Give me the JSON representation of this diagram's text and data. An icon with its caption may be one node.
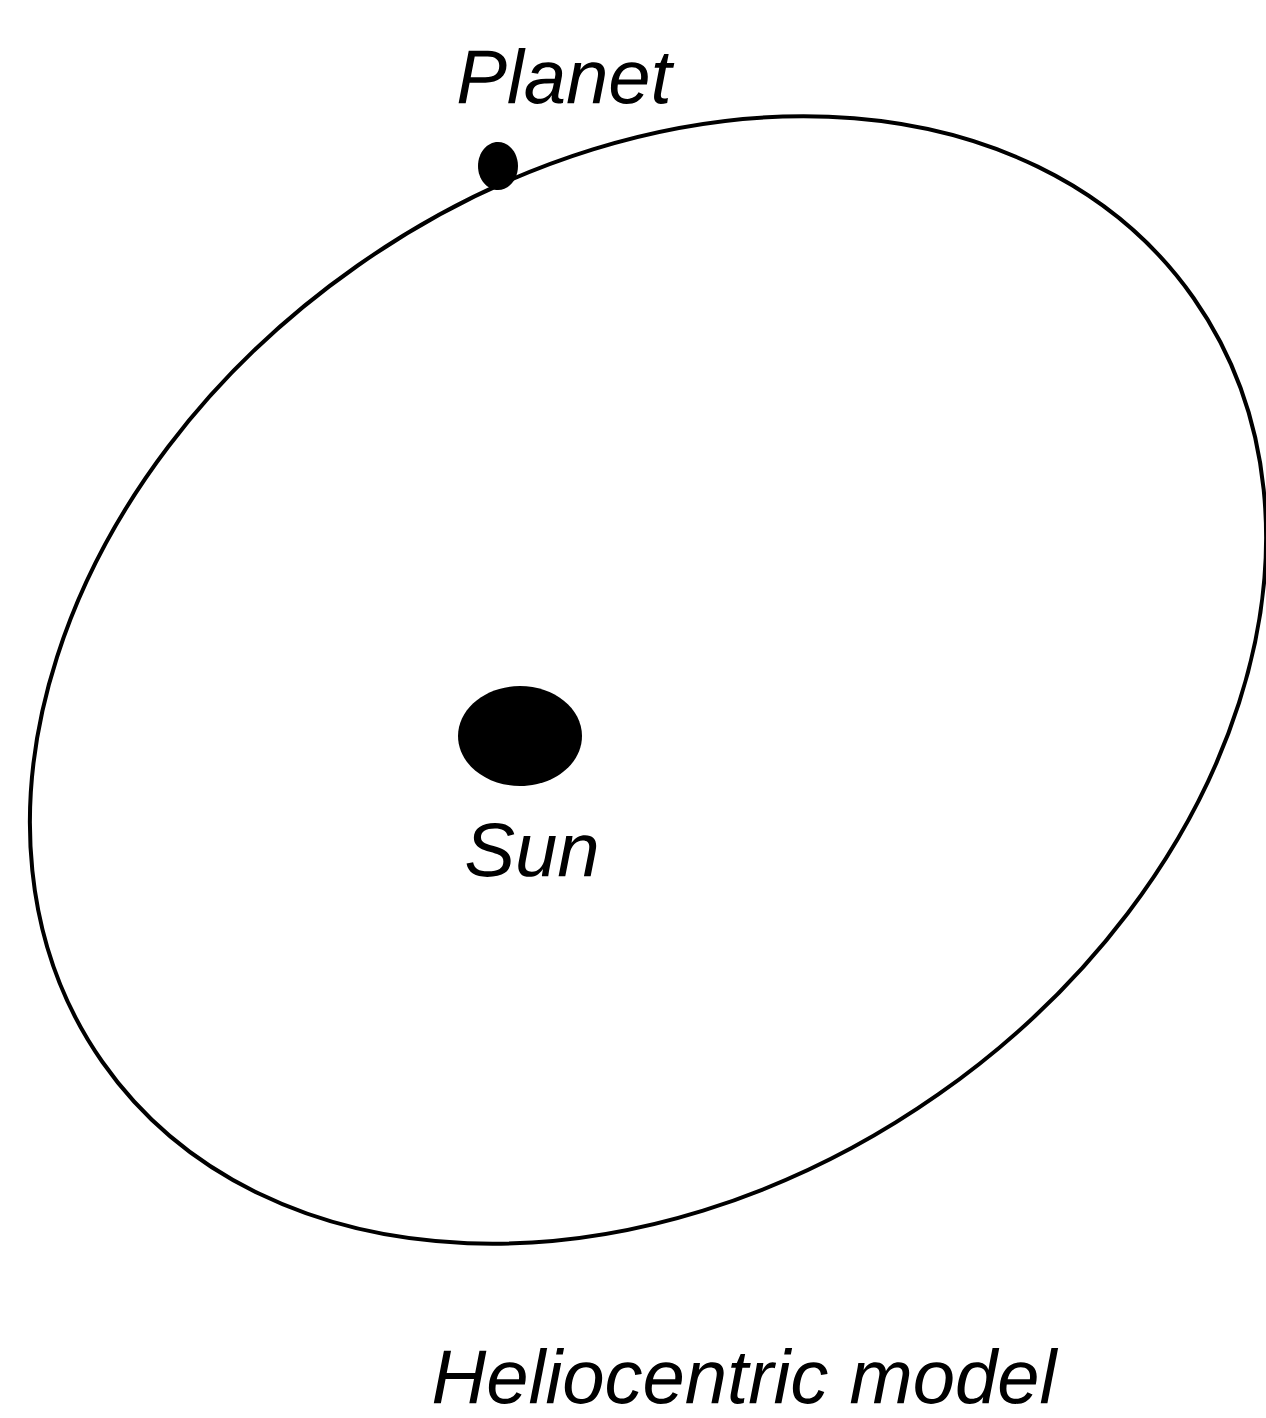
{
  "diagram": {
    "caption": "Heliocentric model",
    "labels": [
      "Planet",
      "Sun"
    ]
  }
}
